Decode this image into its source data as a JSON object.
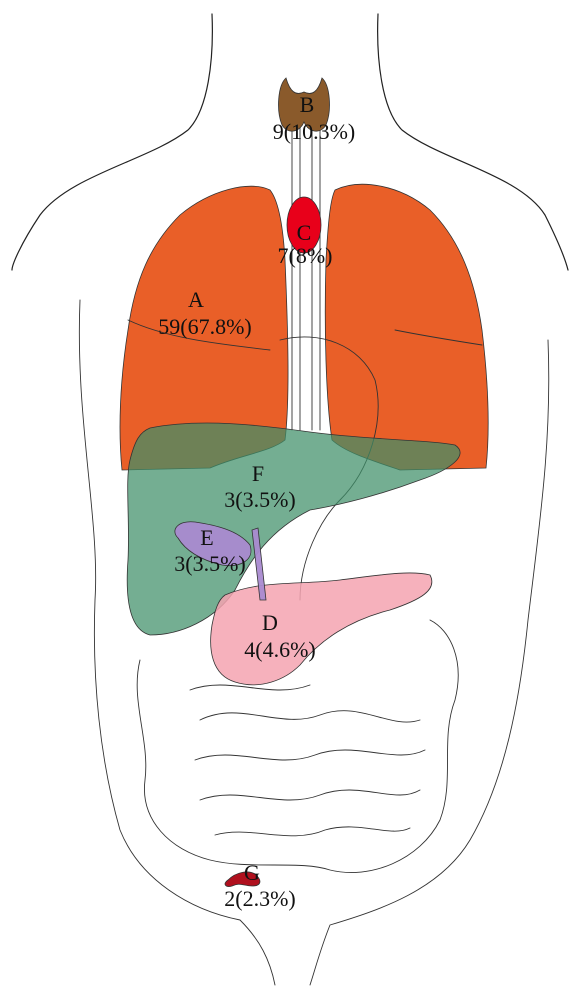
{
  "organs": [
    {
      "id": "lungs",
      "letter": "A",
      "value": "59(67.8%)",
      "color": "#e8561c",
      "opacity": 0.95
    },
    {
      "id": "thyroid",
      "letter": "B",
      "value": "9(10.3%)",
      "color": "#8a5a2b",
      "opacity": 1
    },
    {
      "id": "heart",
      "letter": "C",
      "value": "7(8%)",
      "color": "#e8001a",
      "opacity": 1
    },
    {
      "id": "pancreas",
      "letter": "D",
      "value": "4(4.6%)",
      "color": "#f4a3b0",
      "opacity": 0.85
    },
    {
      "id": "gallbladder",
      "letter": "E",
      "value": "3(3.5%)",
      "color": "#a98ad0",
      "opacity": 0.95
    },
    {
      "id": "liver",
      "letter": "F",
      "value": "3(3.5%)",
      "color": "#3f8f68",
      "opacity": 0.72
    },
    {
      "id": "colon-segment",
      "letter": "G",
      "value": "2(2.3%)",
      "color": "#b0101e",
      "opacity": 1
    }
  ]
}
